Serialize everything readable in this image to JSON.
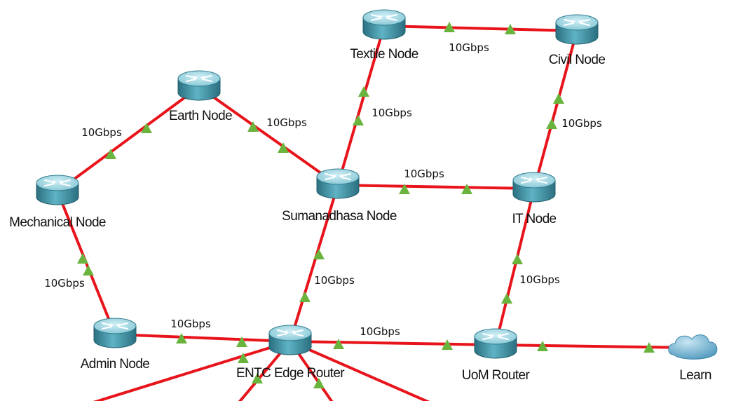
{
  "colors": {
    "link": "#e8141b",
    "status_up": "#6ab43e",
    "router_body": "#3d8ea0",
    "cloud": "#5ba6c8"
  },
  "nodes": [
    {
      "id": "textile",
      "label": "Textile Node",
      "icon": "router-icon"
    },
    {
      "id": "civil",
      "label": "Civil Node",
      "icon": "router-icon"
    },
    {
      "id": "earth",
      "label": "Earth Node",
      "icon": "router-icon"
    },
    {
      "id": "mechanical",
      "label": "Mechanical Node",
      "icon": "router-icon"
    },
    {
      "id": "sumanadhasa",
      "label": "Sumanadhasa Node",
      "icon": "router-icon"
    },
    {
      "id": "it",
      "label": "IT Node",
      "icon": "router-icon"
    },
    {
      "id": "admin",
      "label": "Admin Node",
      "icon": "router-icon"
    },
    {
      "id": "entc",
      "label": "ENTC Edge Router",
      "icon": "router-icon"
    },
    {
      "id": "uom",
      "label": "UoM Router",
      "icon": "router-icon"
    },
    {
      "id": "learn",
      "label": "Learn",
      "icon": "cloud-icon"
    }
  ],
  "links": [
    {
      "from": "textile",
      "to": "civil",
      "label": "10Gbps"
    },
    {
      "from": "textile",
      "to": "sumanadhasa",
      "label": "10Gbps"
    },
    {
      "from": "civil",
      "to": "it",
      "label": "10Gbps"
    },
    {
      "from": "earth",
      "to": "mechanical",
      "label": "10Gbps"
    },
    {
      "from": "earth",
      "to": "sumanadhasa",
      "label": "10Gbps"
    },
    {
      "from": "sumanadhasa",
      "to": "it",
      "label": "10Gbps"
    },
    {
      "from": "mechanical",
      "to": "admin",
      "label": "10Gbps"
    },
    {
      "from": "sumanadhasa",
      "to": "entc",
      "label": "10Gbps"
    },
    {
      "from": "it",
      "to": "uom",
      "label": "10Gbps"
    },
    {
      "from": "admin",
      "to": "entc",
      "label": "10Gbps"
    },
    {
      "from": "entc",
      "to": "uom",
      "label": "10Gbps"
    },
    {
      "from": "uom",
      "to": "learn",
      "label": ""
    }
  ]
}
